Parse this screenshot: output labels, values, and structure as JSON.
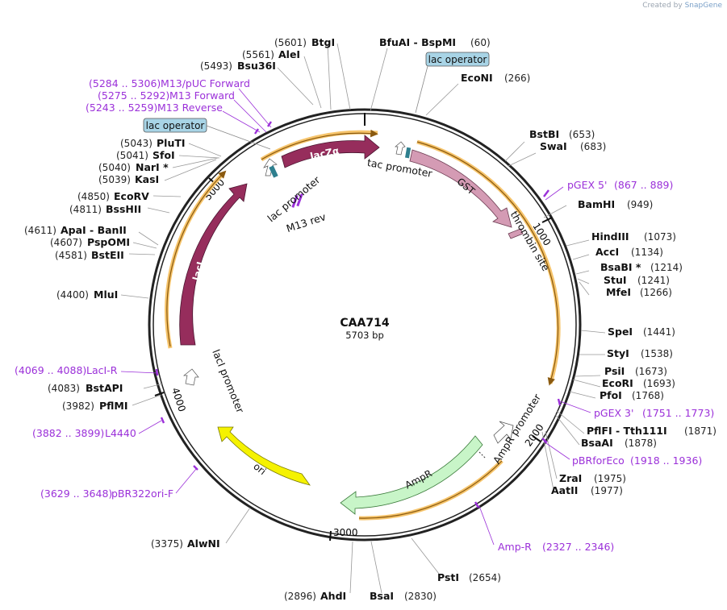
{
  "credit": {
    "prefix": "Created by",
    "brand": "SnapGene"
  },
  "plasmid": {
    "name": "CAA714",
    "size_label": "5703 bp"
  },
  "ticks": [
    "1000",
    "2000",
    "3000",
    "4000",
    "5000"
  ],
  "sites": [
    {
      "pos": "(60)",
      "name": "BfuAI  -  BspMI"
    },
    {
      "pos": "(266)",
      "name": "EcoNI"
    },
    {
      "pos": "(653)",
      "name": "BstBI"
    },
    {
      "pos": "(683)",
      "name": "SwaI"
    },
    {
      "pos": "(949)",
      "name": "BamHI"
    },
    {
      "pos": "(1073)",
      "name": "HindIII"
    },
    {
      "pos": "(1134)",
      "name": "AccI"
    },
    {
      "pos": "(1214)",
      "name": "BsaBI *"
    },
    {
      "pos": "(1241)",
      "name": "StuI"
    },
    {
      "pos": "(1266)",
      "name": "MfeI"
    },
    {
      "pos": "(1441)",
      "name": "SpeI"
    },
    {
      "pos": "(1538)",
      "name": "StyI"
    },
    {
      "pos": "(1673)",
      "name": "PsiI"
    },
    {
      "pos": "(1693)",
      "name": "EcoRI"
    },
    {
      "pos": "(1768)",
      "name": "PfoI"
    },
    {
      "pos": "(1871)",
      "name": "PflFI  -  Tth111I"
    },
    {
      "pos": "(1878)",
      "name": "BsaAI"
    },
    {
      "pos": "(1975)",
      "name": "ZraI"
    },
    {
      "pos": "(1977)",
      "name": "AatII"
    },
    {
      "pos": "(2654)",
      "name": "PstI"
    },
    {
      "pos": "(2830)",
      "name": "BsaI"
    },
    {
      "pos": "(2896)",
      "name": "AhdI"
    },
    {
      "pos": "(3375)",
      "name": "AlwNI"
    },
    {
      "pos": "(3982)",
      "name": "PflMI"
    },
    {
      "pos": "(4083)",
      "name": "BstAPI"
    },
    {
      "pos": "(4400)",
      "name": "MluI"
    },
    {
      "pos": "(4581)",
      "name": "BstEII"
    },
    {
      "pos": "(4607)",
      "name": "PspOMI"
    },
    {
      "pos": "(4611)",
      "name": "ApaI  -  BanII"
    },
    {
      "pos": "(4811)",
      "name": "BssHII"
    },
    {
      "pos": "(4850)",
      "name": "EcoRV"
    },
    {
      "pos": "(5039)",
      "name": "KasI"
    },
    {
      "pos": "(5040)",
      "name": "NarI *"
    },
    {
      "pos": "(5041)",
      "name": "SfoI"
    },
    {
      "pos": "(5043)",
      "name": "PluTI"
    },
    {
      "pos": "(5493)",
      "name": "Bsu36I"
    },
    {
      "pos": "(5561)",
      "name": "AleI"
    },
    {
      "pos": "(5601)",
      "name": "BtgI"
    }
  ],
  "primers": [
    {
      "name": "pGEX 5'",
      "range": "(867 .. 889)"
    },
    {
      "name": "pGEX 3'",
      "range": "(1751 .. 1773)"
    },
    {
      "name": "pBRforEco",
      "range": "(1918 .. 1936)"
    },
    {
      "name": "Amp-R",
      "range": "(2327 .. 2346)"
    },
    {
      "name": "pBR322ori-F",
      "range": "(3629 .. 3648)"
    },
    {
      "name": "L4440",
      "range": "(3882 .. 3899)"
    },
    {
      "name": "LacI-R",
      "range": "(4069 .. 4088)"
    },
    {
      "name": "M13/pUC Forward",
      "range": "(5284 .. 5306)"
    },
    {
      "name": "M13 Forward",
      "range": "(5275 .. 5292)"
    },
    {
      "name": "M13 Reverse",
      "range": "(5243 .. 5259)"
    }
  ],
  "boxed_labels": [
    "lac operator",
    "lac operator"
  ],
  "features": {
    "lacZa": "lacZα",
    "gst": "GST",
    "laci": "lacI",
    "ori": "ori",
    "ampr": "AmpR",
    "tac_promoter": "tac promoter",
    "thrombin_site": "thrombin site",
    "lac_promoter": "lac promoter",
    "m13_rev": "M13 rev",
    "laci_promoter": "lacI promoter",
    "ampr_promoter": "AmpR promoter"
  },
  "colors": {
    "lacI_lacZa": "#962d5c",
    "gst": "#d49bb4",
    "ori": "#f5f200",
    "ampr": "#c8f5c8",
    "primer": "#9b30d9",
    "orange_track": "#f6c46b",
    "operator_box": "#a8d4e6"
  }
}
